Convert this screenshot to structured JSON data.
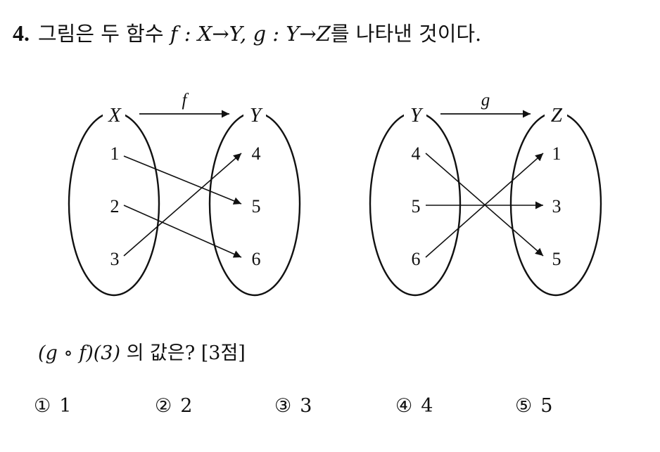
{
  "header": {
    "number": "4.",
    "text_before": "그림은 두 함수",
    "f_mapping": "f : X→Y,",
    "g_mapping": "g : Y→Z",
    "text_after": "를 나타낸 것이다."
  },
  "diagram_f": {
    "function_label": "f",
    "domain_label": "X",
    "codomain_label": "Y",
    "domain": [
      "1",
      "2",
      "3"
    ],
    "codomain": [
      "4",
      "5",
      "6"
    ],
    "mapping": [
      [
        "1",
        "5"
      ],
      [
        "2",
        "6"
      ],
      [
        "3",
        "4"
      ]
    ]
  },
  "diagram_g": {
    "function_label": "g",
    "domain_label": "Y",
    "codomain_label": "Z",
    "domain": [
      "4",
      "5",
      "6"
    ],
    "codomain": [
      "1",
      "3",
      "5"
    ],
    "mapping": [
      [
        "4",
        "5"
      ],
      [
        "5",
        "3"
      ],
      [
        "6",
        "1"
      ]
    ]
  },
  "question": {
    "expression": "(g ∘ f)(3)",
    "text": "의 값은? [3점]"
  },
  "choices": [
    {
      "mark": "①",
      "value": "1"
    },
    {
      "mark": "②",
      "value": "2"
    },
    {
      "mark": "③",
      "value": "3"
    },
    {
      "mark": "④",
      "value": "4"
    },
    {
      "mark": "⑤",
      "value": "5"
    }
  ]
}
